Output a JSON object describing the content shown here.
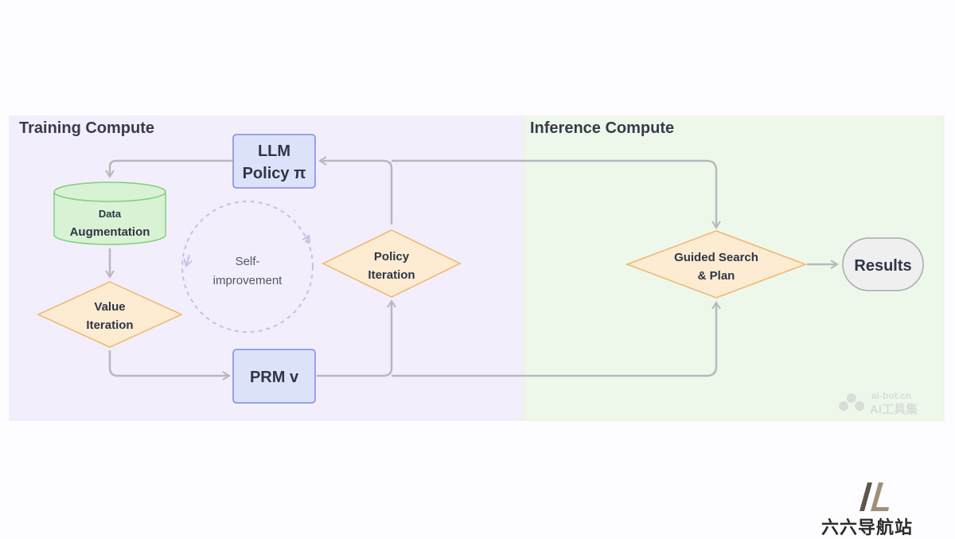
{
  "regions": {
    "training": {
      "title": "Training Compute"
    },
    "inference": {
      "title": "Inference Compute"
    }
  },
  "nodes": {
    "llm_policy": {
      "line1": "LLM",
      "line2": "Policy π"
    },
    "data_aug": {
      "line1": "Data",
      "line2": "Augmentation"
    },
    "value_iter": {
      "line1": "Value",
      "line2": "Iteration"
    },
    "prm": {
      "label": "PRM v"
    },
    "policy_iter": {
      "line1": "Policy",
      "line2": "Iteration"
    },
    "self_improve": {
      "line1": "Self-",
      "line2": "improvement"
    },
    "guided_search": {
      "line1": "Guided Search",
      "line2": "& Plan"
    },
    "results": {
      "label": "Results"
    }
  },
  "watermark": {
    "domain": "ai-bot.cn",
    "name": "AI工具集"
  },
  "brand": {
    "text": "六六导航站"
  },
  "colors": {
    "training_bg": "#f2eefc",
    "inference_bg": "#eef8ea",
    "blue_fill": "#dde2fb",
    "blue_stroke": "#7b8ce2",
    "green_fill": "#d9f2d4",
    "green_stroke": "#7fcf7d",
    "orange_fill": "#fdebd2",
    "orange_stroke": "#f0b56c",
    "arrow": "#b8b8bc",
    "dashed_circle": "#c9bfe6"
  }
}
